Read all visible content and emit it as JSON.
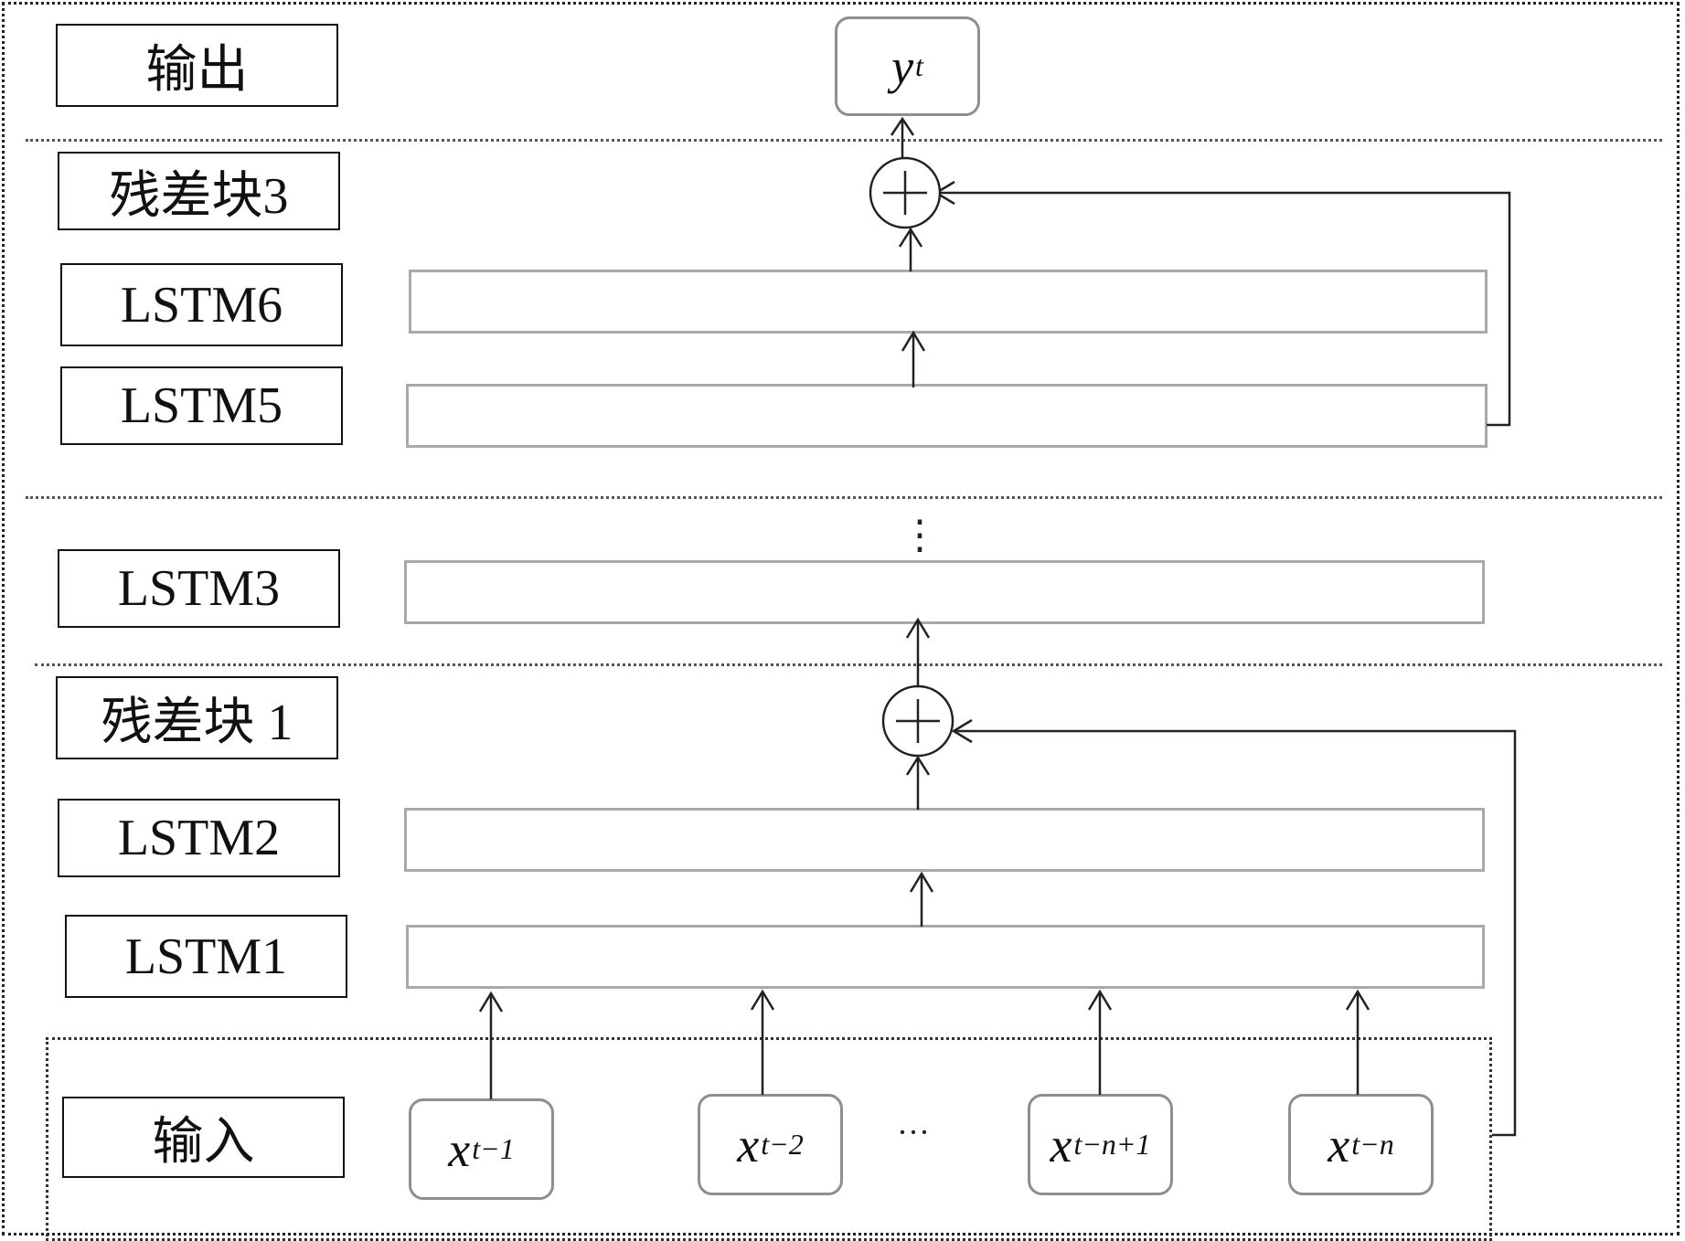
{
  "labels": {
    "output": "输出",
    "res_block_3": "残差块3",
    "lstm6": "LSTM6",
    "lstm5": "LSTM5",
    "lstm3": "LSTM3",
    "res_block_1": "残差块 1",
    "lstm2": "LSTM2",
    "lstm1": "LSTM1",
    "input": "输入"
  },
  "output_node": {
    "base": "y",
    "sub": "t"
  },
  "input_nodes": [
    {
      "base": "x",
      "sub": "t−1"
    },
    {
      "base": "x",
      "sub": "t−2"
    },
    {
      "base": "x",
      "sub": "t−n+1"
    },
    {
      "base": "x",
      "sub": "t−n"
    }
  ],
  "ellipsis_vertical": "⋮",
  "ellipsis_horizontal": "···"
}
